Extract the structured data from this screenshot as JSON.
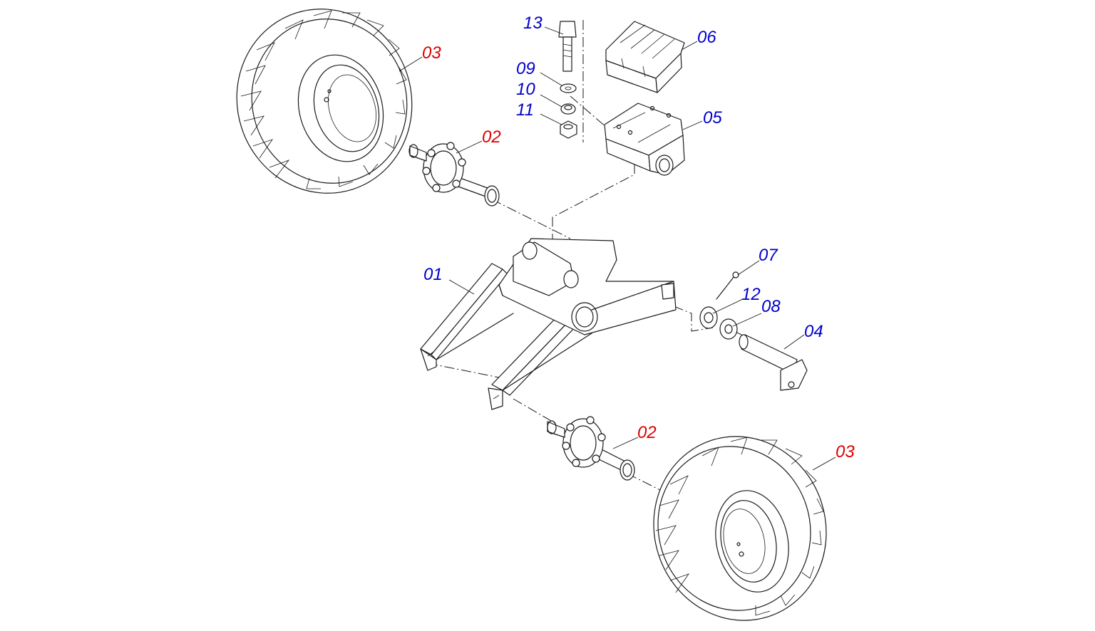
{
  "labels": {
    "p01": "01",
    "p02_top": "02",
    "p02_bottom": "02",
    "p03_top": "03",
    "p03_bottom": "03",
    "p04": "04",
    "p05": "05",
    "p06": "06",
    "p07": "07",
    "p08": "08",
    "p09": "09",
    "p10": "10",
    "p11": "11",
    "p12": "12",
    "p13": "13"
  },
  "colors": {
    "label_blue": "#0000cc",
    "label_red": "#dd0000",
    "line": "#1a1a1a",
    "background": "#ffffff"
  }
}
